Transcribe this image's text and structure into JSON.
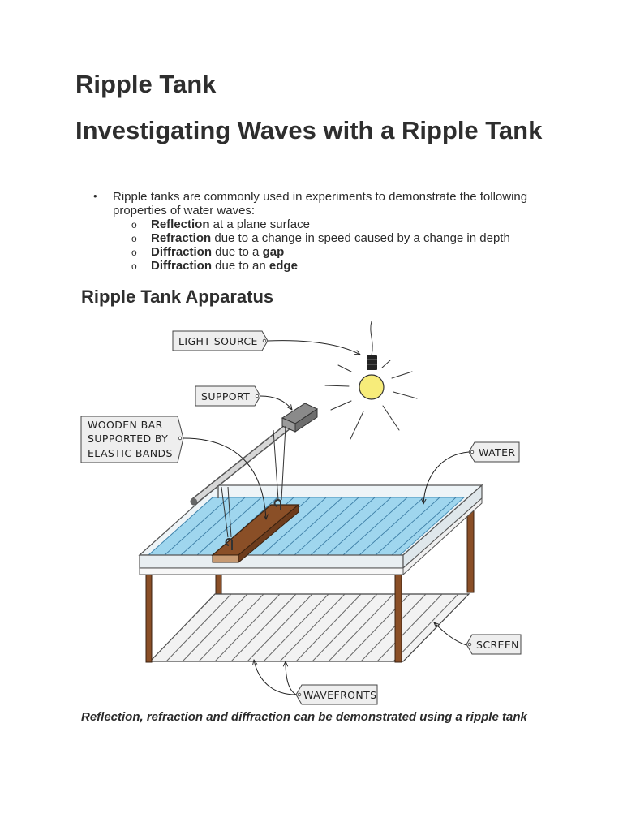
{
  "title": "Ripple Tank",
  "subtitle": "Investigating Waves with a Ripple Tank",
  "intro": "Ripple tanks are commonly used in experiments to demonstrate the following properties of water waves:",
  "properties": [
    {
      "term": "Reflection",
      "rest": " at a plane surface",
      "tail": ""
    },
    {
      "term": "Refraction",
      "rest": " due to a change in speed caused by a change in depth",
      "tail": ""
    },
    {
      "term": "Diffraction",
      "rest": " due to a ",
      "tail": "gap"
    },
    {
      "term": "Diffraction",
      "rest": " due to an ",
      "tail": "edge"
    }
  ],
  "apparatus_heading": "Ripple Tank Apparatus",
  "diagram": {
    "light_source": "LIGHT SOURCE",
    "support": "SUPPORT",
    "wooden_bar": [
      "WOODEN BAR",
      "SUPPORTED BY",
      "ELASTIC BANDS"
    ],
    "water": "WATER",
    "screen": "SCREEN",
    "wavefronts": "WAVEFRONTS",
    "colors": {
      "water": "#9fd6ee",
      "wood": "#8a4f27",
      "bulb": "#f7ec7a"
    }
  },
  "caption": "Reflection, refraction and diffraction can be demonstrated using a ripple tank"
}
